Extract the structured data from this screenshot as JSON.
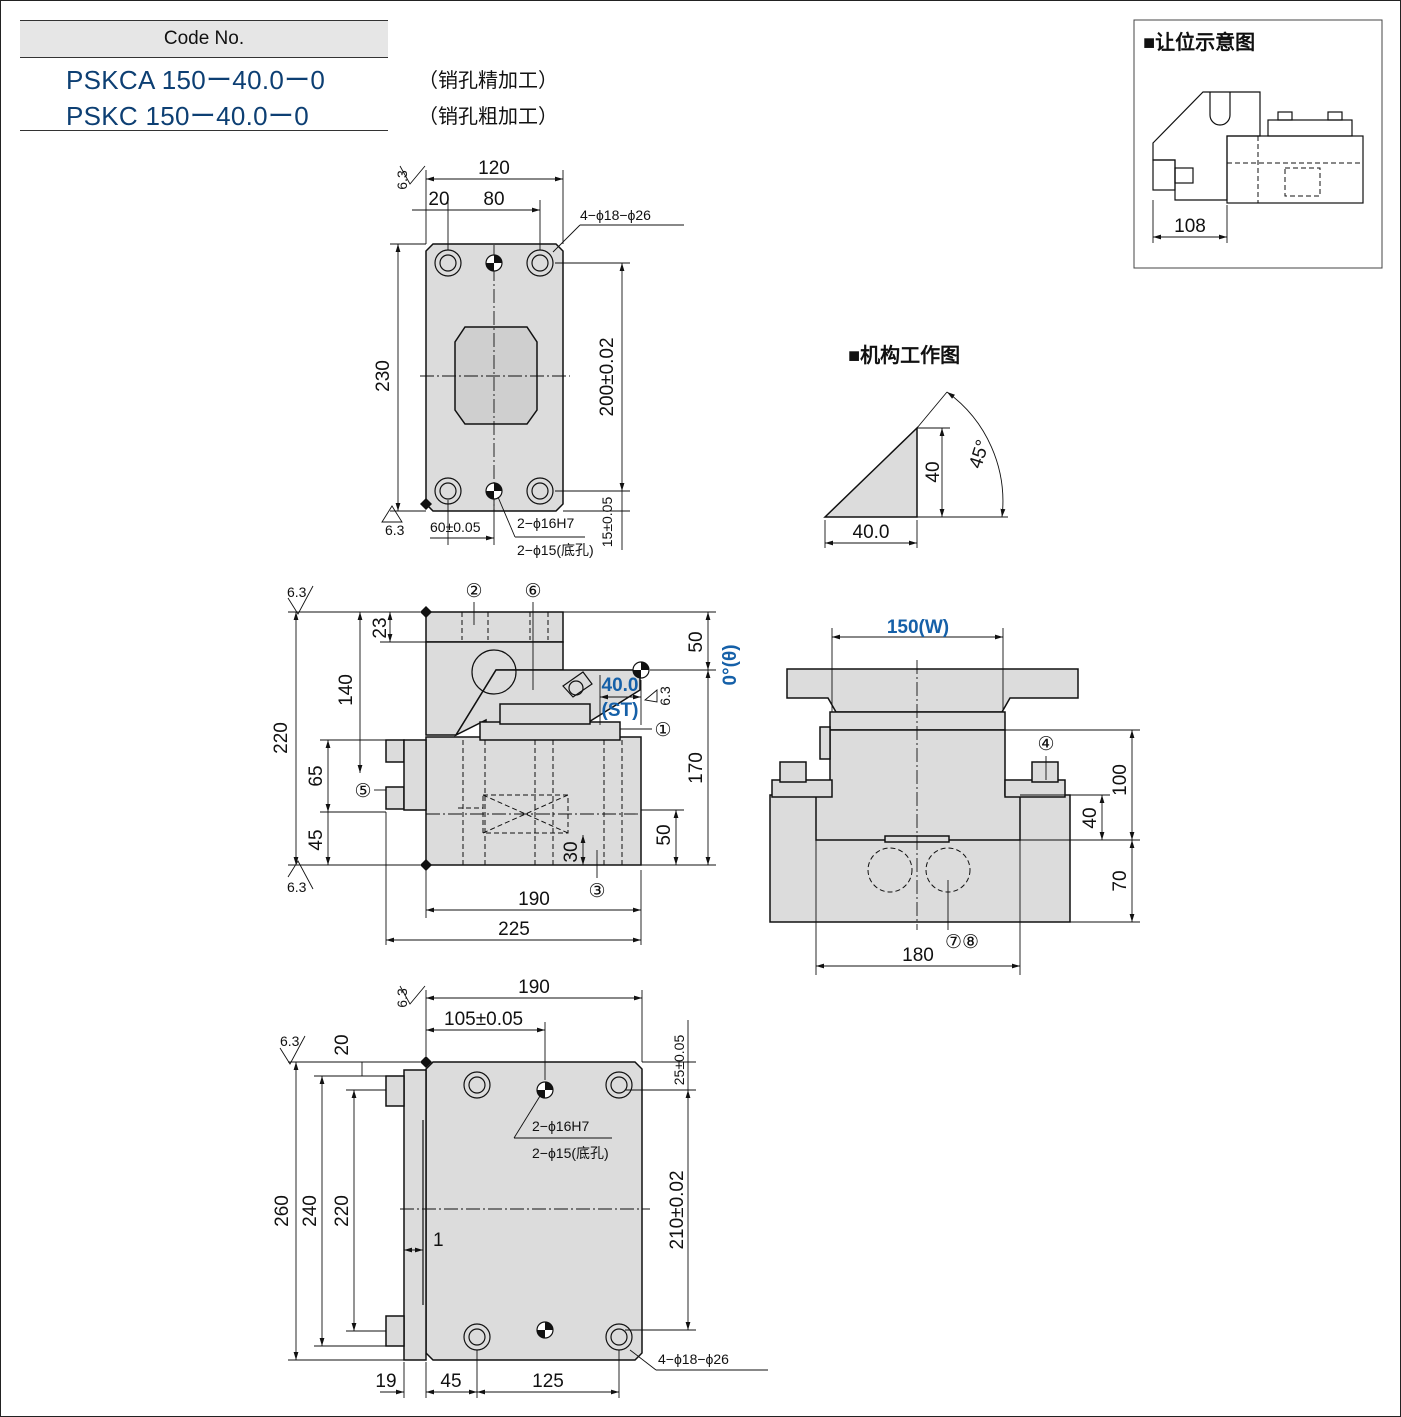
{
  "code": {
    "header": "Code No.",
    "rows": [
      {
        "code": "PSKCA 150ー40.0ー0",
        "note": "（销孔精加工）"
      },
      {
        "code": "PSKC 150ー40.0ー0",
        "note": "（销孔粗加工）"
      }
    ]
  },
  "sections": {
    "clearance": "■让位示意图",
    "mechanism": "■机构工作图"
  },
  "top_view": {
    "w120": "120",
    "d20": "20",
    "d80": "80",
    "h230": "230",
    "h200": "200±0.02",
    "holes": "4−ϕ18−ϕ26",
    "d60": "60±0.05",
    "pin1": "2−ϕ16H7",
    "pin2": "2−ϕ15(底孔)",
    "d15": "15±0.05",
    "rough": "6.3"
  },
  "side_view": {
    "d23": "23",
    "d140": "140",
    "d220": "220",
    "d65": "65",
    "d45": "45",
    "d50t": "50",
    "theta": "0°(θ)",
    "st_val": "40.0",
    "st_lbl": "(ST)",
    "d170": "170",
    "d50b": "50",
    "d30": "30",
    "d190": "190",
    "d225": "225",
    "c1": "①",
    "c2": "②",
    "c3": "③",
    "c5": "⑤",
    "c6": "⑥",
    "rough": "6.3"
  },
  "front_view": {
    "w150": "150(W)",
    "c4": "④",
    "d100": "100",
    "d40": "40",
    "d70": "70",
    "d180": "180",
    "c78": "⑦⑧"
  },
  "mechanism": {
    "d40": "40",
    "d40_0": "40.0",
    "ang": "45°"
  },
  "clearance_view": {
    "d108": "108"
  },
  "bottom_view": {
    "d190": "190",
    "d105": "105±0.05",
    "d25": "25±0.05",
    "d20": "20",
    "d260": "260",
    "d240": "240",
    "d220": "220",
    "d1": "1",
    "d210": "210±0.02",
    "pin1": "2−ϕ16H7",
    "pin2": "2−ϕ15(底孔)",
    "holes": "4−ϕ18−ϕ26",
    "d19": "19",
    "d45": "45",
    "d125": "125",
    "rough": "6.3"
  }
}
